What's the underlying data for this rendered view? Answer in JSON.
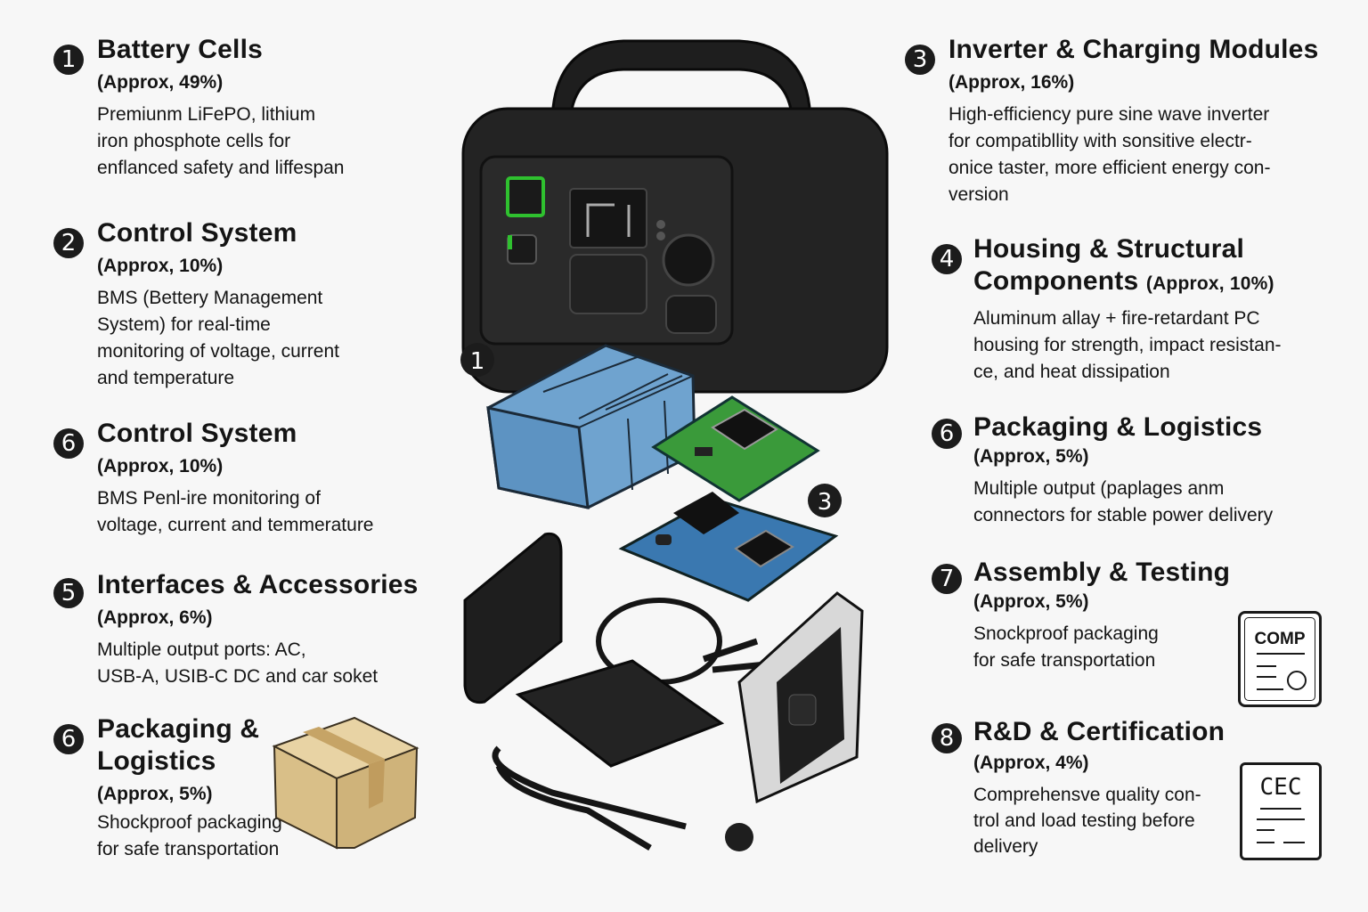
{
  "left": [
    {
      "num": "1",
      "title": "Battery Cells",
      "approx": "(Approx, 49%)",
      "desc": "Premiunm LiFePO, lithium\niron phosphote cells for\nenflanced safety and liffespan"
    },
    {
      "num": "2",
      "title": "Control System",
      "approx": "(Approx, 10%)",
      "desc": "BMS (Bettery Management\nSystem) for real-time\nmonitoring of voltage, current\nand temperature"
    },
    {
      "num": "6",
      "title": "Control System",
      "approx": "(Approx, 10%)",
      "desc": "BMS Penl-ire monitoring of\nvoltage, current  and temmerature"
    },
    {
      "num": "5",
      "title": "Interfaces & Accessories",
      "approx": "(Approx, 6%)",
      "desc": "Multiple output ports: AC,\nUSB-A, USIB-C DC and car soket"
    },
    {
      "num": "6",
      "title_line1": "Packaging &",
      "title_line2": "Logistics",
      "approx": "(Approx, 5%)",
      "desc": "Shockproof packaging\nfor safe transportation"
    }
  ],
  "right": [
    {
      "num": "3",
      "title": "Inverter & Charging Modules",
      "approx": "(Approx, 16%)",
      "desc": "High-efficiency pure sine wave inverter\nfor compatibllity with sonsitive electr-\nonice taster, more efficient energy con-\nversion"
    },
    {
      "num": "4",
      "title_line1": "Housing & Structural",
      "title_line2": "Components",
      "approx": "(Approx, 10%)",
      "desc": "Aluminum allay + fire-retardant PC\nhousing for  strength, impact resistan-\nce, and heat dissipation"
    },
    {
      "num": "6",
      "title": "Packaging & Logistics",
      "approx": "(Approx, 5%)",
      "desc": "Multiple output (paplages anm\nconnectors for stable power delivery"
    },
    {
      "num": "7",
      "title": "Assembly & Testing",
      "approx": "(Approx, 5%)",
      "desc": "Snockproof packaging\nfor safe transportation"
    },
    {
      "num": "8",
      "title": "R&D & Certification",
      "approx": "(Approx, 4%)",
      "desc": "Comprehensve quality con-\ntrol and load testing before\ndelivery"
    }
  ],
  "diagram_labels": {
    "battery": "1",
    "inverter": "3"
  },
  "cert_cards": {
    "comp": "COMP",
    "cec": "CEC"
  },
  "colors": {
    "battery": "#6fa3cf",
    "pcb_green": "#3a9a3a",
    "pcb_blue": "#3a78b0",
    "housing": "#1e1e1e",
    "power_led": "#2fc12f",
    "box": "#dcc28e"
  }
}
